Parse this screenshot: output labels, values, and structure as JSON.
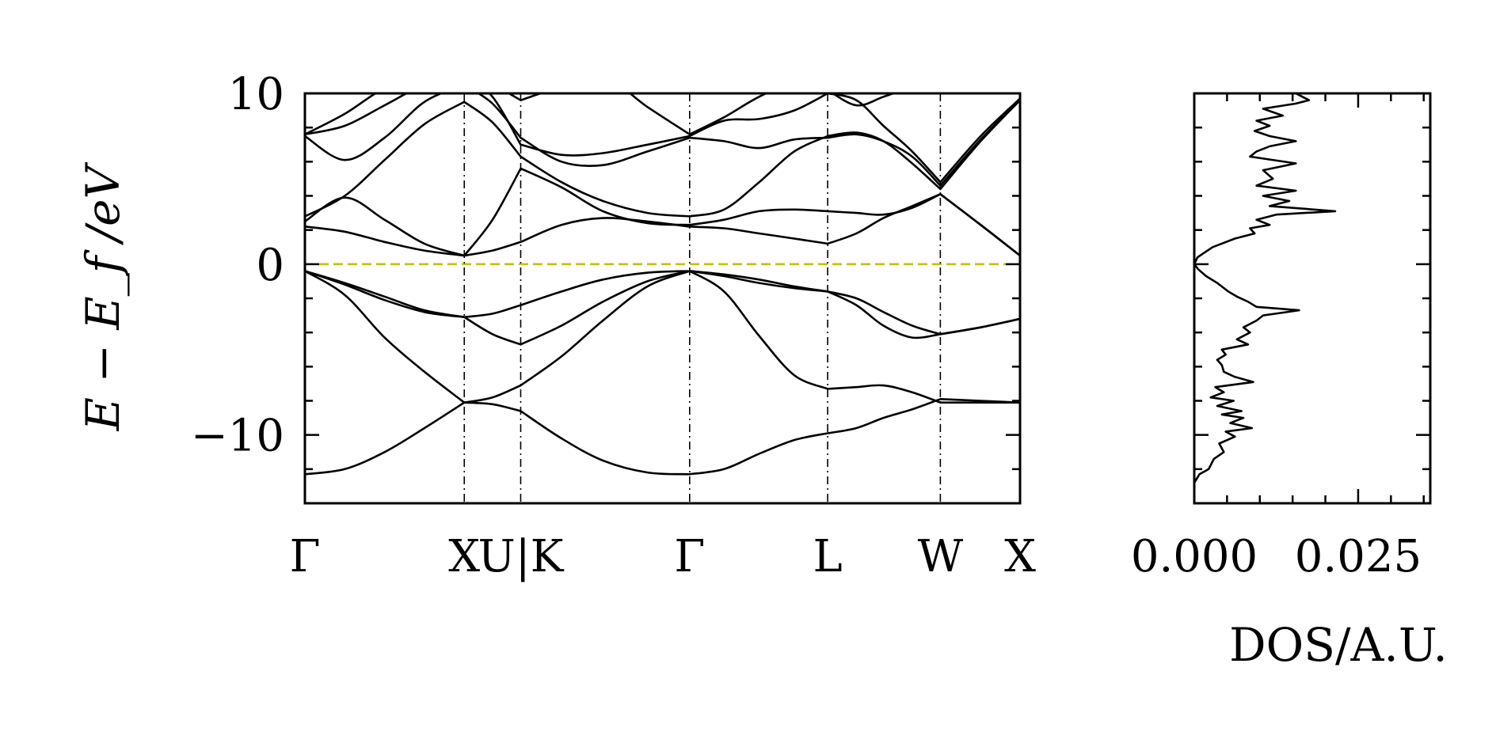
{
  "chart_data": [
    {
      "type": "line",
      "panel": "band-structure",
      "title": "",
      "xlabel": "",
      "ylabel": "E − E_f /eV",
      "ylim": [
        -14,
        10
      ],
      "yticks": [
        -10,
        0,
        10
      ],
      "ytick_labels": [
        "−10",
        "0",
        "10"
      ],
      "y_minor_step": 2,
      "x_path": [
        {
          "label": "Γ",
          "x": 0.0
        },
        {
          "label": "X",
          "x": 1.0
        },
        {
          "label": "U|K",
          "x": 1.354
        },
        {
          "label": "Γ",
          "x": 2.414
        },
        {
          "label": "L",
          "x": 3.28
        },
        {
          "label": "W",
          "x": 3.987
        },
        {
          "label": "X",
          "x": 4.487
        }
      ],
      "fermi_level": 0,
      "fermi_color": "#c2c200",
      "line_color": "#000000",
      "grid": false,
      "series": [
        {
          "x": [
            0,
            0.25,
            0.5,
            0.75,
            1.0,
            1.177,
            1.354,
            1.61,
            1.87,
            2.15,
            2.414,
            2.63,
            2.85,
            3.07,
            3.28,
            3.46,
            3.63,
            3.81,
            3.987,
            4.24,
            4.487
          ],
          "values": [
            -12.3,
            -12.0,
            -11.0,
            -9.6,
            -8.1,
            -8.2,
            -8.6,
            -10.2,
            -11.5,
            -12.2,
            -12.3,
            -12.0,
            -11.1,
            -10.3,
            -9.9,
            -9.6,
            -9.0,
            -8.5,
            -7.9,
            -8.0,
            -8.1
          ]
        },
        {
          "x": [
            0,
            0.25,
            0.5,
            0.75,
            1.0,
            1.177,
            1.354,
            1.61,
            1.87,
            2.15,
            2.414,
            2.63,
            2.85,
            3.07,
            3.28,
            3.46,
            3.63,
            3.81,
            3.987,
            4.24,
            4.487
          ],
          "values": [
            -0.4,
            -1.8,
            -4.3,
            -6.3,
            -8.1,
            -7.8,
            -7.1,
            -5.4,
            -3.3,
            -1.3,
            -0.4,
            -1.6,
            -4.2,
            -6.5,
            -7.3,
            -7.2,
            -7.1,
            -7.5,
            -8.1,
            -8.1,
            -8.1
          ]
        },
        {
          "x": [
            0,
            0.25,
            0.5,
            0.75,
            1.0,
            1.177,
            1.354,
            1.61,
            1.87,
            2.15,
            2.414,
            2.63,
            2.85,
            3.07,
            3.28,
            3.46,
            3.63,
            3.81,
            3.987,
            4.24,
            4.487
          ],
          "values": [
            -0.4,
            -1.2,
            -2.1,
            -2.8,
            -3.1,
            -4.1,
            -4.7,
            -3.6,
            -2.2,
            -1.0,
            -0.4,
            -0.7,
            -1.1,
            -1.4,
            -1.6,
            -2.4,
            -3.6,
            -4.3,
            -4.1,
            -3.7,
            -3.2
          ]
        },
        {
          "x": [
            0,
            0.25,
            0.5,
            0.75,
            1.0,
            1.177,
            1.354,
            1.61,
            1.87,
            2.15,
            2.414,
            2.63,
            2.85,
            3.07,
            3.28,
            3.46,
            3.63,
            3.81,
            3.987,
            4.24,
            4.487
          ],
          "values": [
            -0.4,
            -1.1,
            -1.9,
            -2.7,
            -3.1,
            -2.9,
            -2.4,
            -1.6,
            -0.9,
            -0.5,
            -0.4,
            -0.6,
            -0.9,
            -1.3,
            -1.6,
            -2.0,
            -2.8,
            -3.6,
            -4.1,
            -3.7,
            -3.2
          ]
        },
        {
          "x": [
            0,
            0.25,
            0.5,
            0.75,
            1.0,
            1.177,
            1.354,
            1.61,
            1.87,
            2.15,
            2.414,
            2.63,
            2.85,
            3.07,
            3.28,
            3.46,
            3.63,
            3.81,
            3.987,
            4.24,
            4.487
          ],
          "values": [
            2.2,
            1.9,
            1.3,
            0.8,
            0.5,
            0.8,
            1.3,
            2.3,
            2.7,
            2.5,
            2.2,
            2.1,
            1.8,
            1.5,
            1.2,
            1.8,
            2.7,
            3.4,
            4.1,
            2.3,
            0.5
          ]
        },
        {
          "x": [
            0,
            0.25,
            0.5,
            0.75,
            1.0,
            1.177,
            1.354,
            1.61,
            1.87,
            2.15,
            2.414,
            2.63,
            2.85,
            3.07,
            3.28,
            3.46,
            3.63,
            3.81,
            3.987,
            4.24,
            4.487
          ],
          "values": [
            2.5,
            3.9,
            2.6,
            1.2,
            0.5,
            2.6,
            5.6,
            4.5,
            3.1,
            2.4,
            2.3,
            2.6,
            3.1,
            3.2,
            3.1,
            3.0,
            2.9,
            3.3,
            4.1,
            2.3,
            0.5
          ]
        },
        {
          "x": [
            0,
            0.25,
            0.5,
            0.75,
            1.0,
            1.177,
            1.354,
            1.61,
            1.87,
            2.15,
            2.414,
            2.63,
            2.85,
            3.07,
            3.28,
            3.46,
            3.63,
            3.81,
            3.987,
            4.24,
            4.487
          ],
          "values": [
            2.8,
            4.0,
            6.1,
            8.2,
            9.5,
            8.3,
            6.3,
            4.8,
            3.7,
            3.0,
            2.8,
            3.2,
            4.8,
            6.6,
            7.5,
            7.7,
            7.2,
            5.9,
            4.4,
            7.2,
            9.6
          ]
        },
        {
          "x": [
            0,
            0.25,
            0.5,
            0.75,
            1.0,
            1.177,
            1.354,
            1.61,
            1.87,
            2.15,
            2.414,
            2.63,
            2.85,
            3.07,
            3.28,
            3.46,
            3.63,
            3.81,
            3.987,
            4.24,
            4.487
          ],
          "values": [
            7.5,
            6.1,
            7.4,
            9.5,
            10.5,
            9.4,
            7.4,
            6.0,
            5.8,
            6.6,
            7.4,
            7.2,
            6.8,
            7.3,
            7.4,
            7.6,
            7.2,
            6.3,
            4.6,
            7.3,
            9.6
          ]
        },
        {
          "x": [
            0,
            0.25,
            0.5,
            0.75,
            1.0,
            1.177,
            1.354,
            1.61,
            1.87,
            2.15,
            2.414,
            2.63,
            2.85,
            3.07,
            3.28,
            3.46,
            3.63,
            3.81,
            3.987,
            4.24,
            4.487
          ],
          "values": [
            7.6,
            8.1,
            9.3,
            10.5,
            11.0,
            9.8,
            7.0,
            6.4,
            6.5,
            7.0,
            7.5,
            8.4,
            8.5,
            9.0,
            10.0,
            9.6,
            8.1,
            6.6,
            4.8,
            7.5,
            9.7
          ]
        },
        {
          "x": [
            0,
            0.25,
            0.5,
            0.75,
            1.0,
            1.177,
            1.354,
            1.61,
            1.87,
            2.15,
            2.414,
            2.63,
            2.85,
            3.07,
            3.28,
            3.46,
            3.63,
            3.81,
            3.987,
            4.24,
            4.487
          ],
          "values": [
            7.6,
            8.8,
            10.3,
            11.0,
            11.0,
            10.5,
            9.6,
            10.4,
            11.0,
            9.2,
            7.6,
            8.6,
            9.8,
            10.6,
            10.2,
            9.3,
            9.8,
            10.4,
            11.0,
            11.0,
            11.0
          ]
        }
      ]
    },
    {
      "type": "line",
      "panel": "dos",
      "title": "",
      "xlabel": "DOS/A.U.",
      "ylabel": "",
      "xlim": [
        0,
        0.036
      ],
      "xticks": [
        0.0,
        0.025
      ],
      "xtick_labels": [
        "0.000",
        "0.025"
      ],
      "x_minor_step": 0.005,
      "ylim": [
        -14,
        10
      ],
      "y_minor_step": 2,
      "line_color": "#000000",
      "grid": false,
      "points": [
        {
          "dos": 0.0,
          "e": -14.0
        },
        {
          "dos": 0.0,
          "e": -12.8
        },
        {
          "dos": 0.0008,
          "e": -12.3
        },
        {
          "dos": 0.0022,
          "e": -12.0
        },
        {
          "dos": 0.003,
          "e": -11.4
        },
        {
          "dos": 0.0045,
          "e": -11.0
        },
        {
          "dos": 0.0038,
          "e": -10.5
        },
        {
          "dos": 0.0062,
          "e": -10.1
        },
        {
          "dos": 0.0048,
          "e": -9.8
        },
        {
          "dos": 0.0088,
          "e": -9.6
        },
        {
          "dos": 0.0055,
          "e": -9.3
        },
        {
          "dos": 0.0075,
          "e": -9.0
        },
        {
          "dos": 0.0042,
          "e": -8.8
        },
        {
          "dos": 0.0072,
          "e": -8.6
        },
        {
          "dos": 0.0035,
          "e": -8.3
        },
        {
          "dos": 0.006,
          "e": -8.0
        },
        {
          "dos": 0.0025,
          "e": -7.8
        },
        {
          "dos": 0.0045,
          "e": -7.5
        },
        {
          "dos": 0.0032,
          "e": -7.2
        },
        {
          "dos": 0.009,
          "e": -6.9
        },
        {
          "dos": 0.0062,
          "e": -6.6
        },
        {
          "dos": 0.0045,
          "e": -6.3
        },
        {
          "dos": 0.0042,
          "e": -5.9
        },
        {
          "dos": 0.0035,
          "e": -5.6
        },
        {
          "dos": 0.0048,
          "e": -5.3
        },
        {
          "dos": 0.0042,
          "e": -5.0
        },
        {
          "dos": 0.0082,
          "e": -4.7
        },
        {
          "dos": 0.0065,
          "e": -4.4
        },
        {
          "dos": 0.0085,
          "e": -4.0
        },
        {
          "dos": 0.0075,
          "e": -3.7
        },
        {
          "dos": 0.0095,
          "e": -3.3
        },
        {
          "dos": 0.0105,
          "e": -3.0
        },
        {
          "dos": 0.016,
          "e": -2.7
        },
        {
          "dos": 0.0095,
          "e": -2.5
        },
        {
          "dos": 0.0082,
          "e": -2.2
        },
        {
          "dos": 0.0065,
          "e": -1.9
        },
        {
          "dos": 0.0052,
          "e": -1.6
        },
        {
          "dos": 0.0035,
          "e": -1.1
        },
        {
          "dos": 0.0018,
          "e": -0.7
        },
        {
          "dos": 0.0006,
          "e": -0.3
        },
        {
          "dos": 0.0,
          "e": 0.0
        },
        {
          "dos": 0.0005,
          "e": 0.4
        },
        {
          "dos": 0.0028,
          "e": 1.0
        },
        {
          "dos": 0.0062,
          "e": 1.5
        },
        {
          "dos": 0.0092,
          "e": 1.8
        },
        {
          "dos": 0.0085,
          "e": 2.1
        },
        {
          "dos": 0.0115,
          "e": 2.3
        },
        {
          "dos": 0.0095,
          "e": 2.6
        },
        {
          "dos": 0.0125,
          "e": 2.9
        },
        {
          "dos": 0.0215,
          "e": 3.1
        },
        {
          "dos": 0.0115,
          "e": 3.4
        },
        {
          "dos": 0.0145,
          "e": 3.7
        },
        {
          "dos": 0.0105,
          "e": 4.0
        },
        {
          "dos": 0.0155,
          "e": 4.3
        },
        {
          "dos": 0.0095,
          "e": 4.6
        },
        {
          "dos": 0.012,
          "e": 5.0
        },
        {
          "dos": 0.0105,
          "e": 5.5
        },
        {
          "dos": 0.0155,
          "e": 5.9
        },
        {
          "dos": 0.0085,
          "e": 6.3
        },
        {
          "dos": 0.0095,
          "e": 6.6
        },
        {
          "dos": 0.0115,
          "e": 6.9
        },
        {
          "dos": 0.0155,
          "e": 7.2
        },
        {
          "dos": 0.0115,
          "e": 7.5
        },
        {
          "dos": 0.0092,
          "e": 7.8
        },
        {
          "dos": 0.0115,
          "e": 8.1
        },
        {
          "dos": 0.0095,
          "e": 8.4
        },
        {
          "dos": 0.0135,
          "e": 8.7
        },
        {
          "dos": 0.0105,
          "e": 9.1
        },
        {
          "dos": 0.0155,
          "e": 9.4
        },
        {
          "dos": 0.0175,
          "e": 9.6
        },
        {
          "dos": 0.0165,
          "e": 9.8
        },
        {
          "dos": 0.0155,
          "e": 10.0
        }
      ]
    }
  ]
}
